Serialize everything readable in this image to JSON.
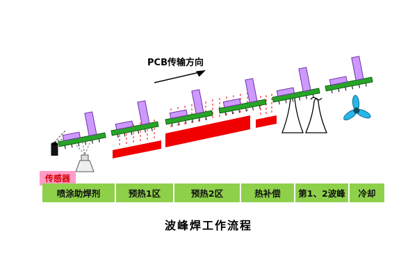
{
  "title": "波峰焊工作流程",
  "flow_labels": {
    "direction": "PCB传输方向",
    "sensor": "传感器"
  },
  "stages": [
    {
      "label": "喷涂助焊剂"
    },
    {
      "label": "预热1区"
    },
    {
      "label": "预热2区"
    },
    {
      "label": "热补偿"
    },
    {
      "label": "第1、2波峰"
    },
    {
      "label": "冷却"
    }
  ],
  "colors": {
    "stage_bar": "#8ed04a",
    "pcb_green": "#28a428",
    "component_purple": "#cc99ff",
    "component_border": "#7030a0",
    "heater_red": "#f00000",
    "heat_wave_red": "#ff4a4a",
    "sensor_bg": "#ff9bc8",
    "sensor_text": "#d40000",
    "fan_blue": "#29b6e8"
  }
}
